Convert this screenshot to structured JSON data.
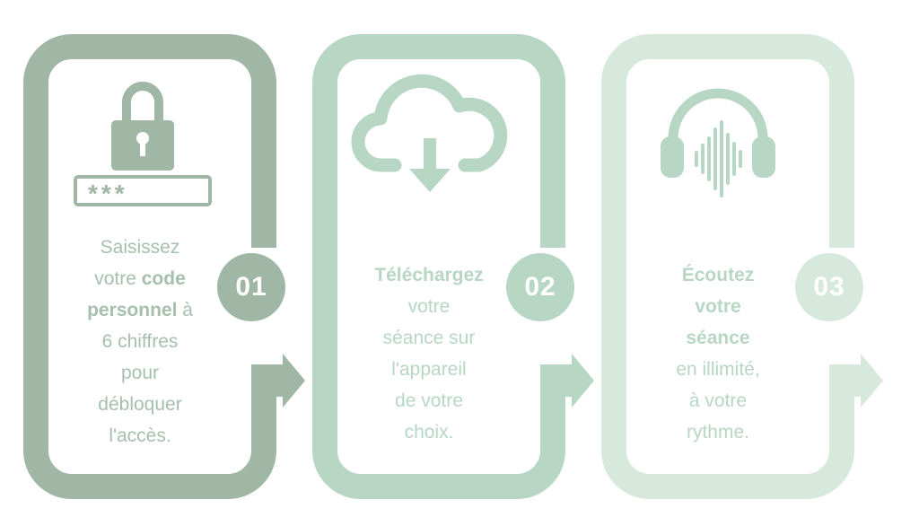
{
  "colors": {
    "step1": "#a0b7a5",
    "step2": "#b8d6c4",
    "step3": "#d6e9dc",
    "text": "#a6c0ad"
  },
  "steps": [
    {
      "number": "01",
      "icon": "lock-password-icon",
      "password_mask": "***_",
      "lines": [
        {
          "parts": [
            {
              "text": "Saisissez",
              "bold": false
            }
          ]
        },
        {
          "parts": [
            {
              "text": "votre ",
              "bold": false
            },
            {
              "text": "code",
              "bold": true
            }
          ]
        },
        {
          "parts": [
            {
              "text": "personnel",
              "bold": true
            },
            {
              "text": " à",
              "bold": false
            }
          ]
        },
        {
          "parts": [
            {
              "text": "6 chiffres",
              "bold": false
            }
          ]
        },
        {
          "parts": [
            {
              "text": "pour",
              "bold": false
            }
          ]
        },
        {
          "parts": [
            {
              "text": "débloquer",
              "bold": false
            }
          ]
        },
        {
          "parts": [
            {
              "text": "l'accès.",
              "bold": false
            }
          ]
        }
      ]
    },
    {
      "number": "02",
      "icon": "cloud-download-icon",
      "lines": [
        {
          "parts": [
            {
              "text": "Téléchargez",
              "bold": true
            }
          ]
        },
        {
          "parts": [
            {
              "text": "votre",
              "bold": false
            }
          ]
        },
        {
          "parts": [
            {
              "text": "séance sur",
              "bold": false
            }
          ]
        },
        {
          "parts": [
            {
              "text": "l'appareil",
              "bold": false
            }
          ]
        },
        {
          "parts": [
            {
              "text": "de votre",
              "bold": false
            }
          ]
        },
        {
          "parts": [
            {
              "text": "choix.",
              "bold": false
            }
          ]
        }
      ]
    },
    {
      "number": "03",
      "icon": "headphones-soundwave-icon",
      "lines": [
        {
          "parts": [
            {
              "text": "Écoutez",
              "bold": true
            }
          ]
        },
        {
          "parts": [
            {
              "text": "votre",
              "bold": true
            }
          ]
        },
        {
          "parts": [
            {
              "text": "séance",
              "bold": true
            }
          ]
        },
        {
          "parts": [
            {
              "text": "en illimité,",
              "bold": false
            }
          ]
        },
        {
          "parts": [
            {
              "text": "à votre",
              "bold": false
            }
          ]
        },
        {
          "parts": [
            {
              "text": "rythme.",
              "bold": false
            }
          ]
        }
      ]
    }
  ]
}
